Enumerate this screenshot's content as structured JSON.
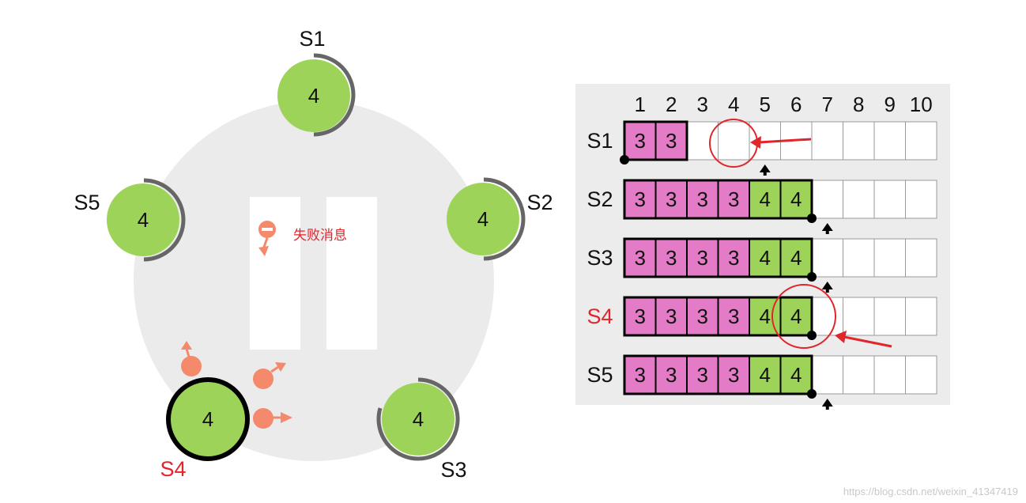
{
  "cluster": {
    "servers": [
      {
        "id": "S1",
        "label": "S1",
        "term": "4",
        "is_leader": false,
        "label_color": "#111111"
      },
      {
        "id": "S2",
        "label": "S2",
        "term": "4",
        "is_leader": false,
        "label_color": "#111111"
      },
      {
        "id": "S3",
        "label": "S3",
        "term": "4",
        "is_leader": false,
        "label_color": "#111111"
      },
      {
        "id": "S4",
        "label": "S4",
        "term": "4",
        "is_leader": true,
        "label_color": "#e0262b"
      },
      {
        "id": "S5",
        "label": "S5",
        "term": "4",
        "is_leader": false,
        "label_color": "#111111"
      }
    ],
    "failure_message": {
      "label": "失败消息",
      "color": "#e0262b"
    },
    "colors": {
      "server_fill": "#9ed35a",
      "server_ring": "#666666",
      "leader_ring": "#000000",
      "message": "#f4896b",
      "background_circle": "#ebebeb"
    }
  },
  "log_table": {
    "index_headers": [
      "1",
      "2",
      "3",
      "4",
      "5",
      "6",
      "7",
      "8",
      "9",
      "10"
    ],
    "rows": [
      {
        "label": "S1",
        "label_color": "#111111",
        "entries": [
          "3",
          "3"
        ],
        "highlight_empty_index": 4
      },
      {
        "label": "S2",
        "label_color": "#111111",
        "entries": [
          "3",
          "3",
          "3",
          "3",
          "4",
          "4"
        ]
      },
      {
        "label": "S3",
        "label_color": "#111111",
        "entries": [
          "3",
          "3",
          "3",
          "3",
          "4",
          "4"
        ]
      },
      {
        "label": "S4",
        "label_color": "#e0262b",
        "entries": [
          "3",
          "3",
          "3",
          "3",
          "4",
          "4"
        ],
        "highlight_entry_index": 6
      },
      {
        "label": "S5",
        "label_color": "#111111",
        "entries": [
          "3",
          "3",
          "3",
          "3",
          "4",
          "4"
        ]
      }
    ],
    "term_colors": {
      "3": "#e47bc6",
      "4": "#9ed35a"
    },
    "annotation_color": "#e0262b"
  },
  "watermark": "https://blog.csdn.net/weixin_41347419"
}
